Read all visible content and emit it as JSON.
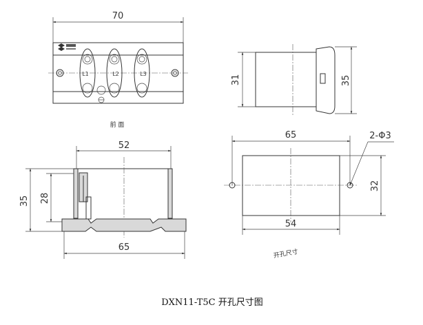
{
  "front_view": {
    "width_dim": "70",
    "terminals": [
      "L1",
      "L2",
      "L3"
    ],
    "caption": "前 面"
  },
  "side_view": {
    "height_left": "31",
    "height_right": "35"
  },
  "section_view": {
    "top_width": "52",
    "overall_height": "35",
    "inner_height": "28",
    "base_width": "65"
  },
  "cutout_view": {
    "outer_width": "65",
    "hole_spec": "2-Φ3",
    "height": "32",
    "inner_width": "54",
    "caption": "开孔尺寸"
  },
  "title": "DXN11-T5C 开孔尺寸图",
  "colors": {
    "line": "#333333",
    "hatch": "#d9d9d9"
  }
}
